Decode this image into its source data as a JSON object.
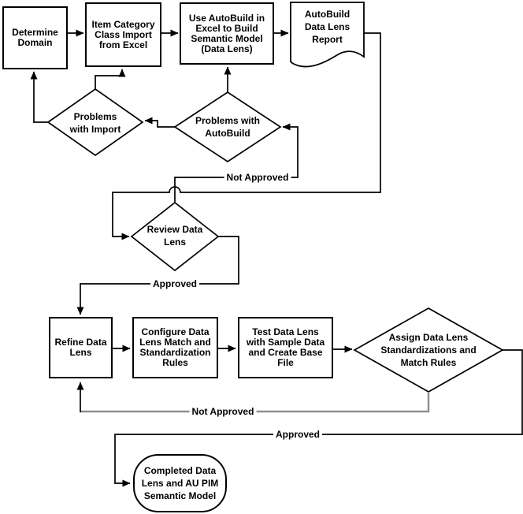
{
  "diagram": {
    "colors": {
      "line": "#000000",
      "gray_line": "#8f8f8f",
      "shape_fill": "#ffffff"
    },
    "nodes": {
      "determine_domain": {
        "label": "Determine\nDomain"
      },
      "item_category_import": {
        "label": "Item Category\nClass Import\nfrom Excel"
      },
      "use_autobuild": {
        "label": "Use AutoBuild in\nExcel to Build\nSemantic Model\n(Data Lens)"
      },
      "autobuild_report": {
        "label": "AutoBuild\nData Lens\nReport"
      },
      "problems_with_import": {
        "label": "Problems\nwith Import"
      },
      "problems_with_autobuild": {
        "label": "Problems with\nAutoBuild"
      },
      "review_data_lens": {
        "label": "Review Data\nLens"
      },
      "refine_data_lens": {
        "label": "Refine Data\nLens"
      },
      "configure_rules": {
        "label": "Configure Data\nLens Match and\nStandardization\nRules"
      },
      "test_data_lens": {
        "label": "Test Data Lens\nwith Sample Data\nand Create Base\nFile"
      },
      "assign_rules": {
        "label": "Assign Data Lens\nStandardizations and\nMatch Rules"
      },
      "completed_model": {
        "label": "Completed Data\nLens and AU PIM\nSemantic Model"
      }
    },
    "edge_labels": {
      "review_not_approved": "Not Approved",
      "review_approved": "Approved",
      "assign_not_approved": "Not Approved",
      "assign_approved": "Approved"
    }
  }
}
